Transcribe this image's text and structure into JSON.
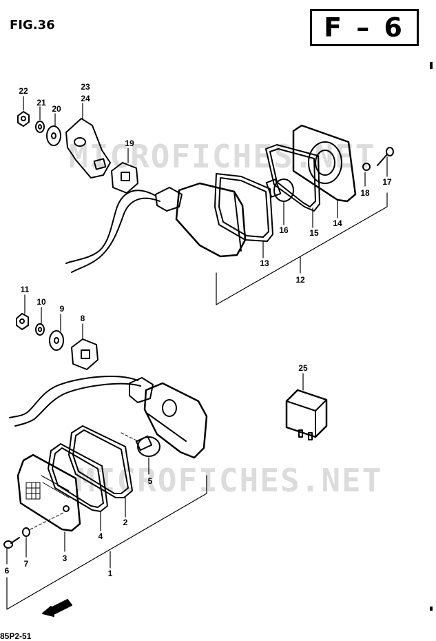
{
  "figure_label": "FIG.36",
  "section_code": "F – 6",
  "footer_code": "85P2-51",
  "watermark_text": "MICROFICHES.NET",
  "callouts": {
    "c1": "1",
    "c2": "2",
    "c3": "3",
    "c4": "4",
    "c5": "5",
    "c6": "6",
    "c7": "7",
    "c8": "8",
    "c9": "9",
    "c10": "10",
    "c11": "11",
    "c12": "12",
    "c13": "13",
    "c14": "14",
    "c15": "15",
    "c16": "16",
    "c17": "17",
    "c18": "18",
    "c19": "19",
    "c20": "20",
    "c21": "21",
    "c22": "22",
    "c23": "23",
    "c24": "24",
    "c25": "25"
  },
  "colors": {
    "ink": "#000000",
    "watermark": "#dcdcdc",
    "paper": "#ffffff"
  }
}
